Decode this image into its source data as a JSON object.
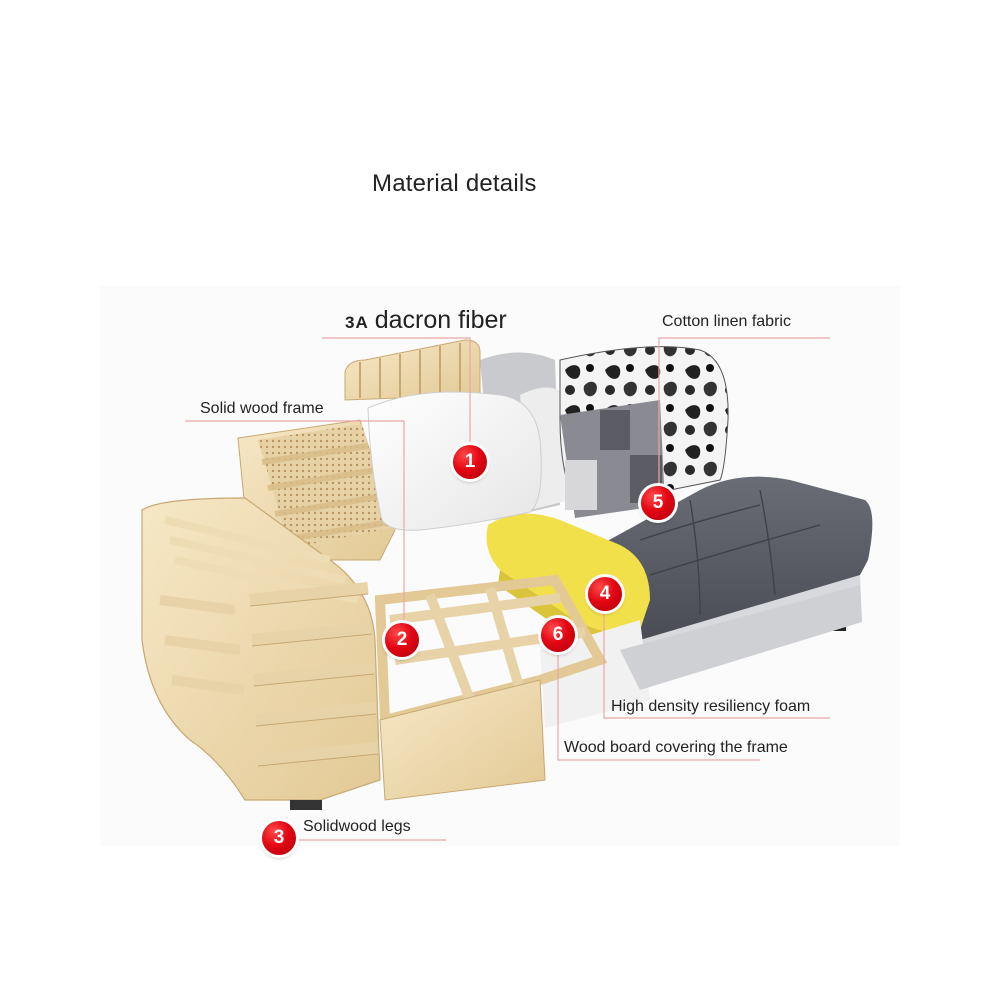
{
  "title": "Material details",
  "callouts": {
    "dacron": {
      "prefix": "3A",
      "label": "dacron fiber",
      "number": "1"
    },
    "solid_wood_frame": {
      "label": "Solid wood frame",
      "number": "2"
    },
    "legs": {
      "label": "Solidwood legs",
      "number": "3"
    },
    "foam": {
      "label": "High density resiliency foam",
      "number": "4"
    },
    "fabric": {
      "label": "Cotton linen fabric",
      "number": "5"
    },
    "board": {
      "label": "Wood board covering the frame",
      "number": "6"
    }
  },
  "colors": {
    "marker_red": "#e30613",
    "leader_line": "#e8a8a8",
    "wood": "#f0deb4",
    "fabric_grey": "#5a5c66",
    "foam_yellow": "#f2e04a"
  }
}
